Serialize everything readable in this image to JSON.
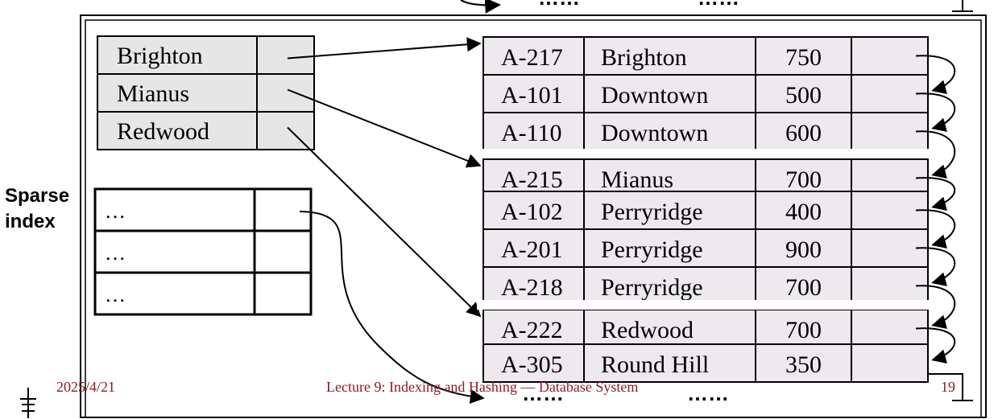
{
  "colors": {
    "cell_fill": "#e6e6e6",
    "record_fill": "#ede9ee",
    "line": "#000000",
    "footer": "#8b1a2a"
  },
  "index_outer": {
    "rows": [
      {
        "key": "Brighton",
        "target": 0
      },
      {
        "key": "Mianus",
        "target": 3
      },
      {
        "key": "Redwood",
        "target": 7
      }
    ]
  },
  "index_inner": {
    "rows": [
      "…",
      "…",
      "…"
    ]
  },
  "label": {
    "line1": "Sparse",
    "line2": "index"
  },
  "records": [
    [
      "A-217",
      "Brighton",
      "750"
    ],
    [
      "A-101",
      "Downtown",
      "500"
    ],
    [
      "A-110",
      "Downtown",
      "600"
    ],
    [
      "A-215",
      "Mianus",
      "700"
    ],
    [
      "A-102",
      "Perryridge",
      "400"
    ],
    [
      "A-201",
      "Perryridge",
      "900"
    ],
    [
      "A-218",
      "Perryridge",
      "700"
    ],
    [
      "A-222",
      "Redwood",
      "700"
    ],
    [
      "A-305",
      "Round Hill",
      "350"
    ]
  ],
  "ellipsis_top": [
    "……",
    "……"
  ],
  "ellipsis_bottom": [
    "……",
    "……"
  ],
  "footer": {
    "date": "2025/4/21",
    "title": "Lecture 9: Indexing and Hashing — Database System",
    "page": "19"
  }
}
